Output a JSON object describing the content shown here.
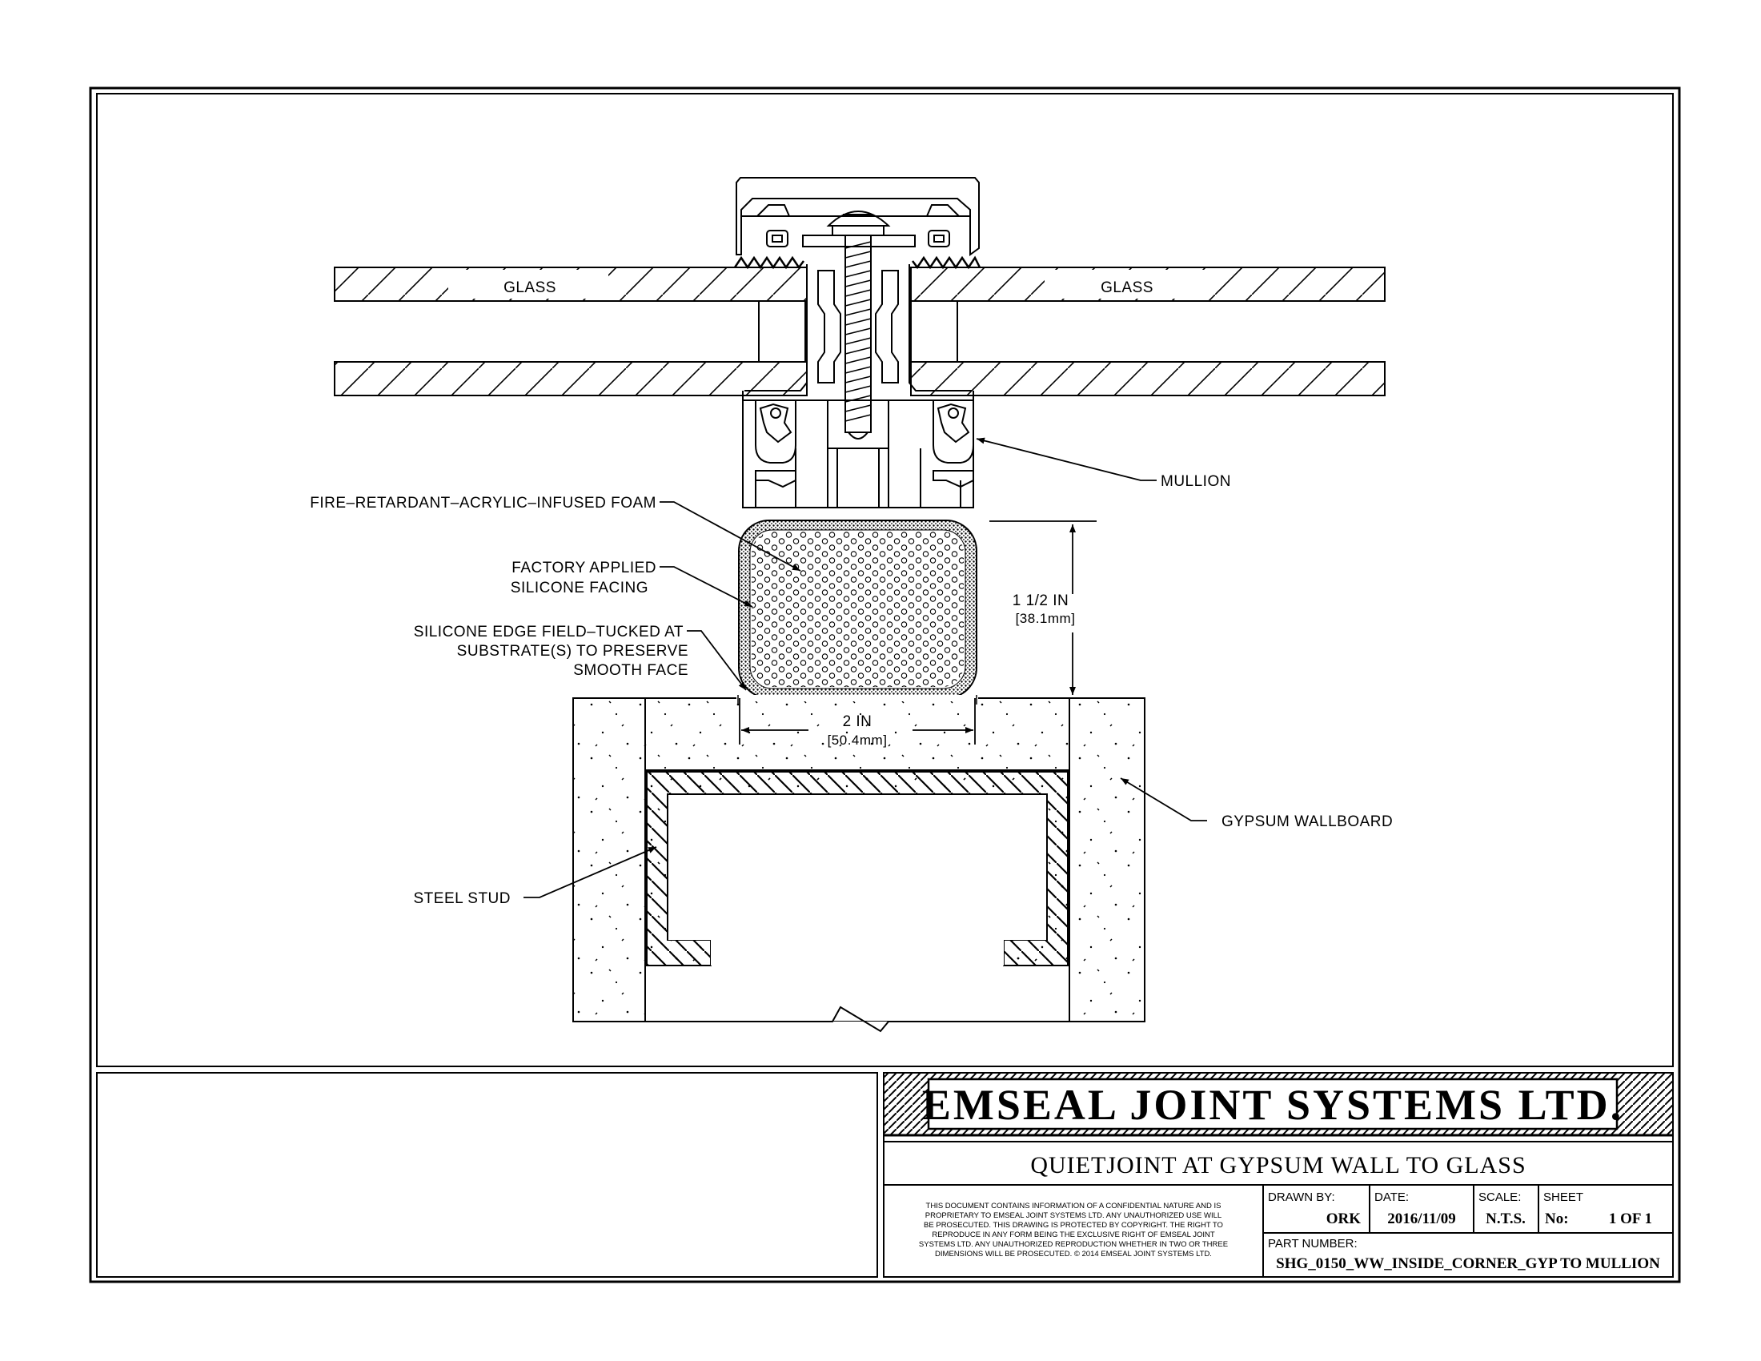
{
  "drawing": {
    "labels": {
      "glass_left": "GLASS",
      "glass_right": "GLASS",
      "mullion": "MULLION",
      "foam": "FIRE–RETARDANT–ACRYLIC–INFUSED FOAM",
      "facing_line1": "FACTORY APPLIED",
      "facing_line2": "SILICONE FACING",
      "edge_line1": "SILICONE EDGE FIELD–TUCKED AT",
      "edge_line2": "SUBSTRATE(S) TO PRESERVE",
      "edge_line3": "SMOOTH FACE",
      "gypsum": "GYPSUM WALLBOARD",
      "stud": "STEEL STUD"
    },
    "dimensions": {
      "height_imperial": "1 1/2 IN",
      "height_metric": "[38.1mm]",
      "width_imperial": "2 IN",
      "width_metric": "[50.4mm]"
    }
  },
  "title_block": {
    "company": "EMSEAL JOINT SYSTEMS LTD.",
    "title": "QUIETJOINT AT GYPSUM WALL TO GLASS",
    "notice_lines": [
      "THIS DOCUMENT CONTAINS INFORMATION OF A CONFIDENTIAL NATURE AND IS",
      "PROPRIETARY TO EMSEAL JOINT SYSTEMS LTD. ANY UNAUTHORIZED USE WILL",
      "BE PROSECUTED. THIS DRAWING IS PROTECTED BY COPYRIGHT. THE RIGHT TO",
      "REPRODUCE IN ANY FORM BEING THE EXCLUSIVE RIGHT OF EMSEAL JOINT",
      "SYSTEMS LTD. ANY UNAUTHORIZED REPRODUCTION WHETHER IN TWO OR THREE",
      "DIMENSIONS WILL BE PROSECUTED. © 2014 EMSEAL JOINT SYSTEMS LTD."
    ],
    "drawn_by_label": "DRAWN BY:",
    "drawn_by": "ORK",
    "date_label": "DATE:",
    "date": "2016/11/09",
    "scale_label": "SCALE:",
    "scale": "N.T.S.",
    "sheet_label": "SHEET",
    "sheet_no_label": "No:",
    "sheet": "1 OF 1",
    "part_number_label": "PART NUMBER:",
    "part_number": "SHG_0150_WW_INSIDE_CORNER_GYP TO MULLION"
  }
}
